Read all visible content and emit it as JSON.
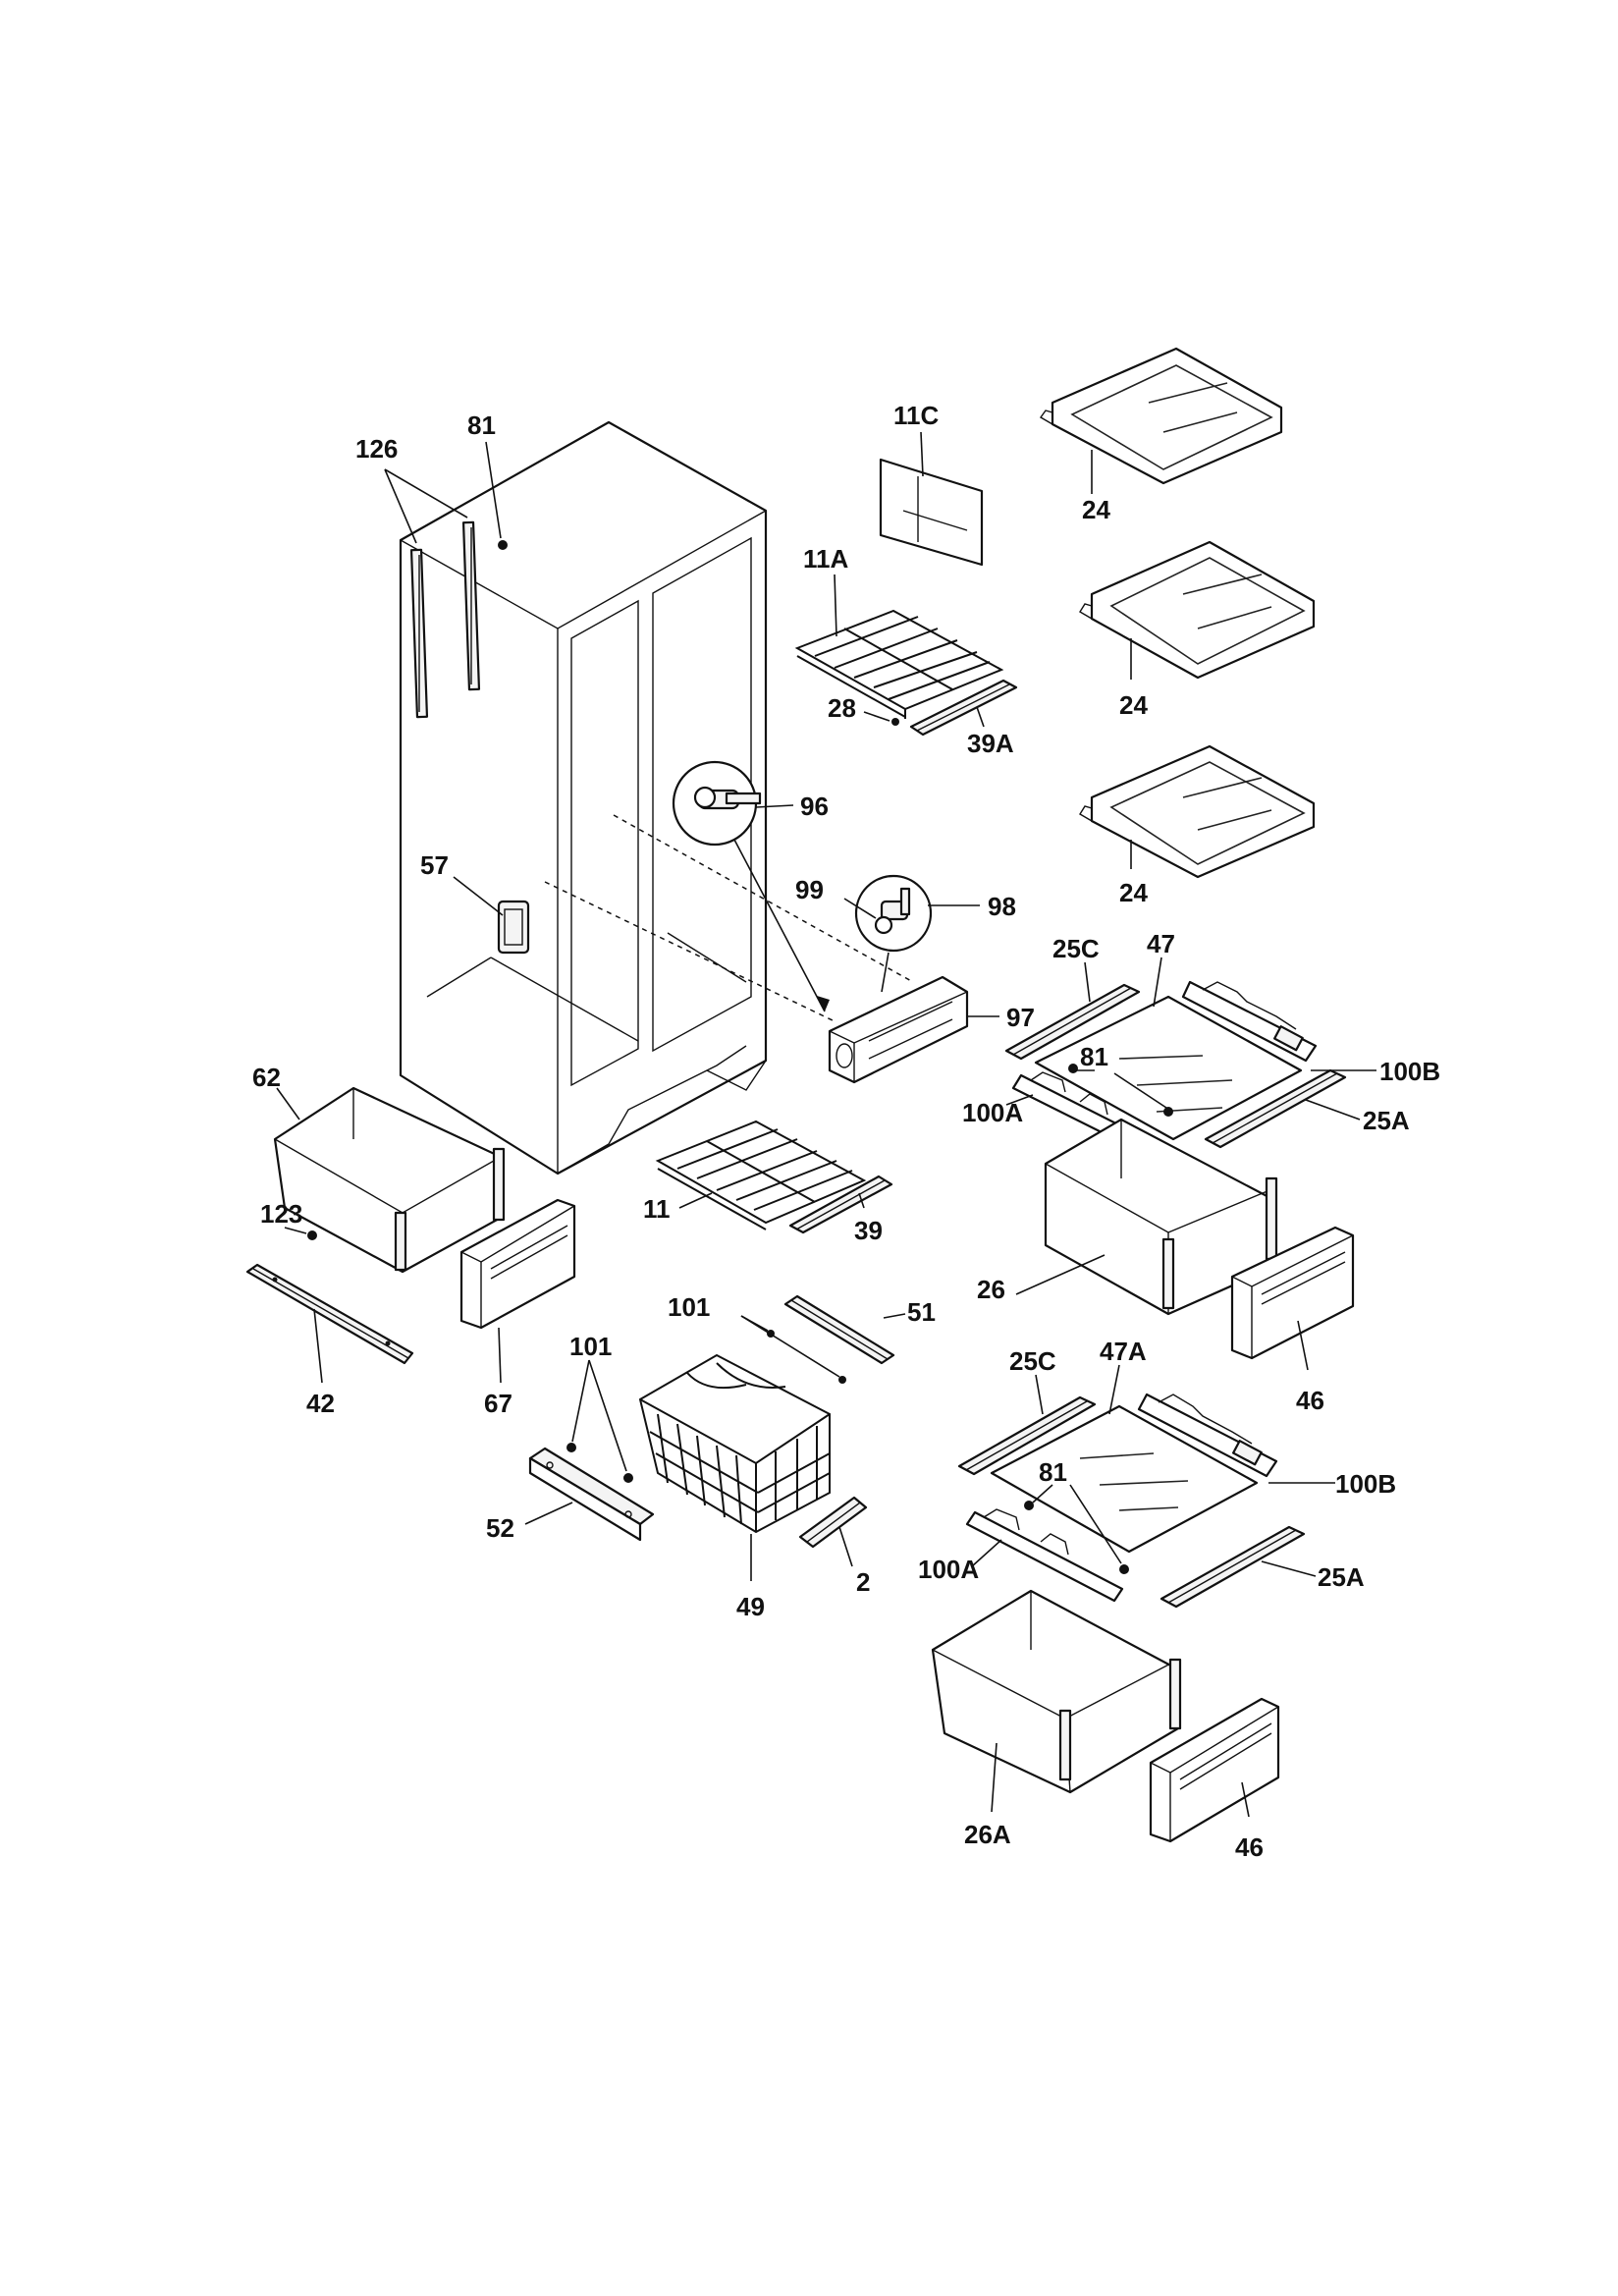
{
  "labels": {
    "l126": "126",
    "l81_top": "81",
    "l11C": "11C",
    "l24_a": "24",
    "l24_b": "24",
    "l24_c": "24",
    "l11A": "11A",
    "l28": "28",
    "l39A": "39A",
    "l96": "96",
    "l57": "57",
    "l99": "99",
    "l98": "98",
    "l25C_a": "25C",
    "l47": "47",
    "l97": "97",
    "l100B_a": "100B",
    "l81_mid": "81",
    "l62": "62",
    "l100A_a": "100A",
    "l25A_a": "25A",
    "l123": "123",
    "l11": "11",
    "l39": "39",
    "l26": "26",
    "l101_a": "101",
    "l51": "51",
    "l42": "42",
    "l67": "67",
    "l101_b": "101",
    "l46_a": "46",
    "l25C_b": "25C",
    "l47A": "47A",
    "l100B_b": "100B",
    "l81_low": "81",
    "l52": "52",
    "l2": "2",
    "l100A_b": "100A",
    "l25A_b": "25A",
    "l49": "49",
    "l26A": "26A",
    "l46_b": "46"
  }
}
